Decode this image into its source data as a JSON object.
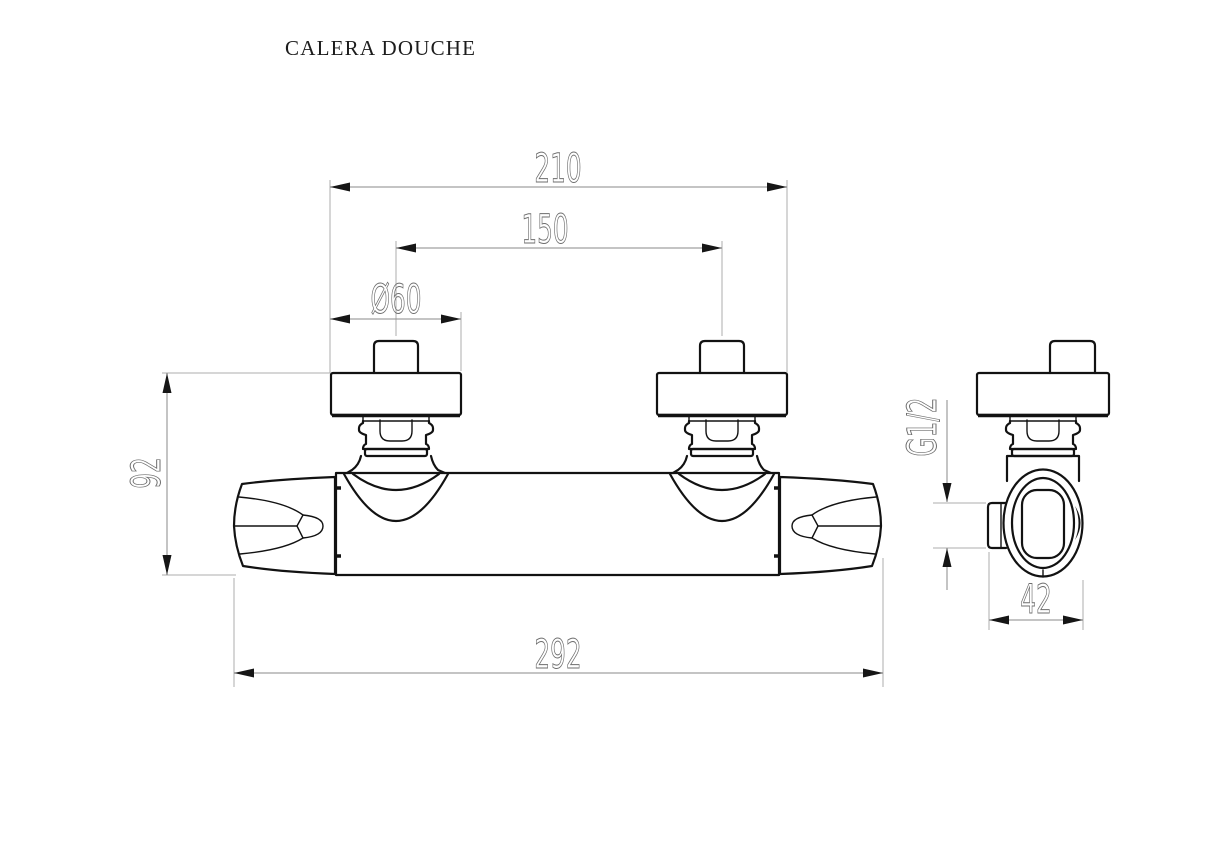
{
  "title": "CALERA DOUCHE",
  "dimensions": {
    "overall_width": "210",
    "connection_spacing": "150",
    "escutcheon_diameter": "Ø60",
    "height": "92",
    "overall_length": "292",
    "outlet_width": "42",
    "connection_thread": "G1/2"
  },
  "colors": {
    "background": "#ffffff",
    "outline": "#121212",
    "dimension_line": "#8a8a8a",
    "extension_line": "#adadad",
    "dimension_text": "#6e6e6e",
    "title_text": "#1c1c1c"
  }
}
